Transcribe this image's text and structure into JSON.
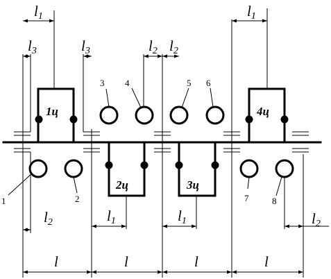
{
  "cylinders": [
    {
      "id": "c1",
      "label": "1ц"
    },
    {
      "id": "c2",
      "label": "2ц"
    },
    {
      "id": "c3",
      "label": "3ц"
    },
    {
      "id": "c4",
      "label": "4ц"
    }
  ],
  "journals": [
    "1",
    "2",
    "3",
    "4",
    "5",
    "6",
    "7",
    "8"
  ],
  "dimensions": {
    "l1": {
      "letter": "l",
      "sub": "1"
    },
    "l2": {
      "letter": "l",
      "sub": "2"
    },
    "l3": {
      "letter": "l",
      "sub": "3"
    },
    "l": {
      "letter": "l"
    }
  }
}
